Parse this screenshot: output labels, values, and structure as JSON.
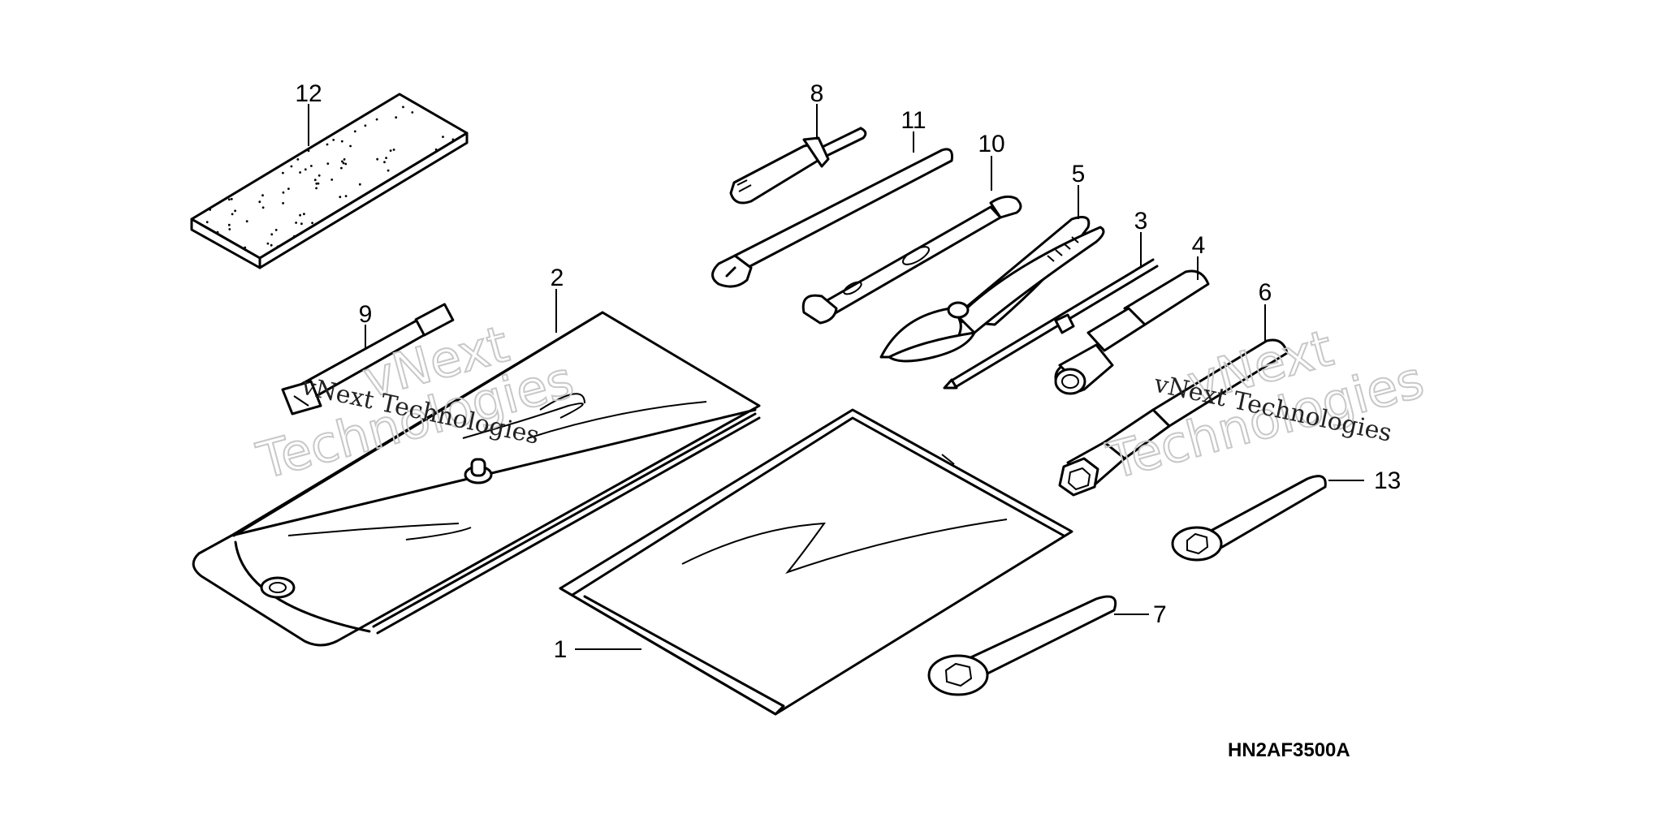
{
  "diagram": {
    "code": "HN2AF3500A",
    "callouts": [
      {
        "id": "1",
        "text": "1"
      },
      {
        "id": "2",
        "text": "2"
      },
      {
        "id": "3",
        "text": "3"
      },
      {
        "id": "4",
        "text": "4"
      },
      {
        "id": "5",
        "text": "5"
      },
      {
        "id": "6",
        "text": "6"
      },
      {
        "id": "7",
        "text": "7"
      },
      {
        "id": "8",
        "text": "8"
      },
      {
        "id": "9",
        "text": "9"
      },
      {
        "id": "10",
        "text": "10"
      },
      {
        "id": "11",
        "text": "11"
      },
      {
        "id": "12",
        "text": "12"
      },
      {
        "id": "13",
        "text": "13"
      }
    ]
  },
  "watermark": {
    "big_line1": "vNext",
    "big_line2": "Technologies",
    "small": "vNext Technologies"
  }
}
